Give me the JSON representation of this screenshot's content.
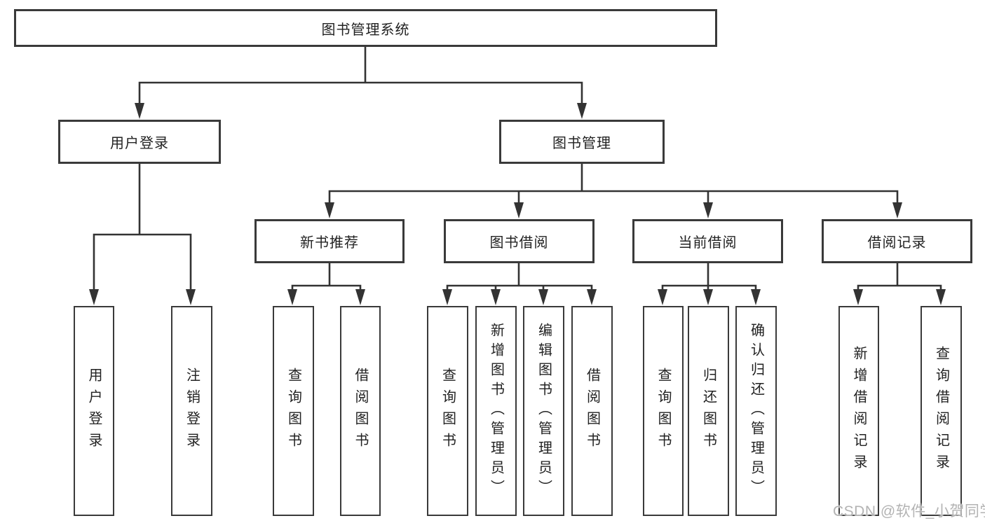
{
  "diagram": {
    "title": "图书管理系统",
    "root": {
      "label": "图书管理系统"
    },
    "level2": [
      {
        "id": "user-login",
        "label": "用户登录"
      },
      {
        "id": "book-management",
        "label": "图书管理"
      }
    ],
    "level3": [
      {
        "id": "new-book-recommend",
        "parent": "图书管理",
        "label": "新书推荐"
      },
      {
        "id": "book-borrowing",
        "parent": "图书管理",
        "label": "图书借阅"
      },
      {
        "id": "current-borrowing",
        "parent": "图书管理",
        "label": "当前借阅"
      },
      {
        "id": "borrowing-records",
        "parent": "图书管理",
        "label": "借阅记录"
      }
    ],
    "leaves": [
      {
        "id": "user-login-leaf",
        "parent": "用户登录",
        "label": "用户登录"
      },
      {
        "id": "logout-leaf",
        "parent": "用户登录",
        "label": "注销登录"
      },
      {
        "id": "nb-query-books",
        "parent": "新书推荐",
        "label": "查询图书"
      },
      {
        "id": "nb-borrow-books",
        "parent": "新书推荐",
        "label": "借阅图书"
      },
      {
        "id": "bb-query-books",
        "parent": "图书借阅",
        "label": "查询图书"
      },
      {
        "id": "bb-add-books",
        "parent": "图书借阅",
        "label": "新增图书（管理员）"
      },
      {
        "id": "bb-edit-books",
        "parent": "图书借阅",
        "label": "编辑图书（管理员）"
      },
      {
        "id": "bb-borrow-books",
        "parent": "图书借阅",
        "label": "借阅图书"
      },
      {
        "id": "cb-query-books",
        "parent": "当前借阅",
        "label": "查询图书"
      },
      {
        "id": "cb-return-books",
        "parent": "当前借阅",
        "label": "归还图书"
      },
      {
        "id": "cb-confirm-return",
        "parent": "当前借阅",
        "label": "确认归还（管理员）"
      },
      {
        "id": "br-add-record",
        "parent": "借阅记录",
        "label": "新增借阅记录"
      },
      {
        "id": "br-query-record",
        "parent": "借阅记录",
        "label": "查询借阅记录"
      }
    ]
  },
  "watermark": {
    "text": "CSDN @软件_小贺同学",
    "color": "#b3b3b3"
  },
  "colors": {
    "background": "#ffffff",
    "line": "#333333",
    "box_border": "#3a3a3a",
    "text": "#222222"
  }
}
